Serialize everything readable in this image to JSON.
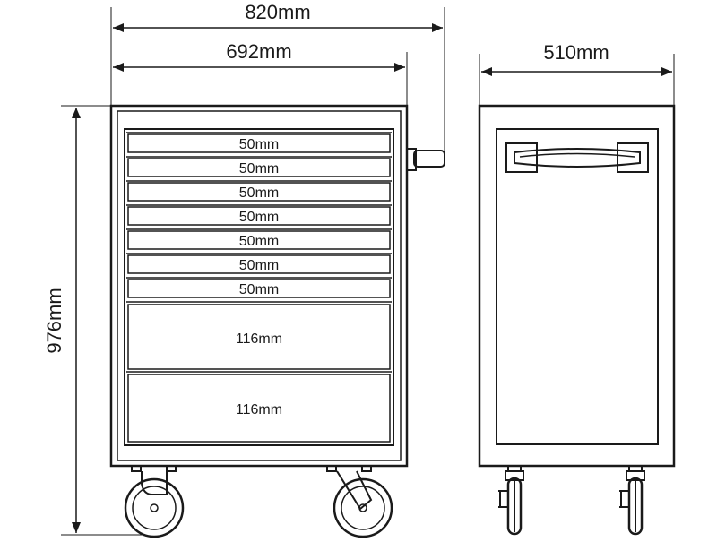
{
  "dimensions": {
    "overall_width": "820mm",
    "body_width": "692mm",
    "depth": "510mm",
    "height": "976mm"
  },
  "drawers": [
    {
      "label": "50mm"
    },
    {
      "label": "50mm"
    },
    {
      "label": "50mm"
    },
    {
      "label": "50mm"
    },
    {
      "label": "50mm"
    },
    {
      "label": "50mm"
    },
    {
      "label": "50mm"
    },
    {
      "label": "116mm"
    },
    {
      "label": "116mm"
    }
  ],
  "colors": {
    "line": "#1a1a1a",
    "background": "#ffffff"
  }
}
